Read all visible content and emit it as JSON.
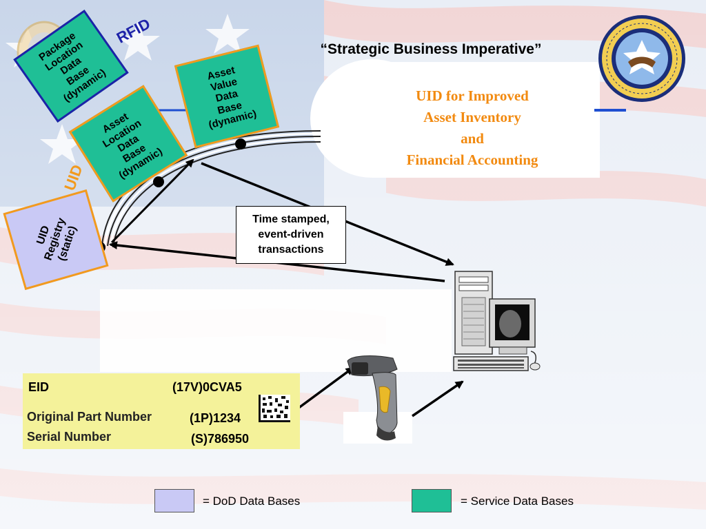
{
  "title": "“Strategic Business Imperative”",
  "subtitle": {
    "line1": "UID for Improved",
    "line2": "Asset Inventory",
    "line3": "and",
    "line4": "Financial Accounting"
  },
  "labels": {
    "rfid": "RFID",
    "uid": "UID"
  },
  "databases": {
    "package_location": "Package\nLocation\nData\nBase\n(dynamic)",
    "asset_location": "Asset\nLocation\nData\nBase\n(dynamic)",
    "asset_value": "Asset\nValue\nData\nBase\n(dynamic)",
    "uid_registry": "UID\nRegistry\n(static)"
  },
  "transactions_box": {
    "line1": "Time stamped,",
    "line2": "event-driven",
    "line3": "transactions"
  },
  "uid_label": {
    "eid_label": "EID",
    "eid_value": "(17V)0CVA5",
    "part_label": "Original Part Number",
    "part_value": "(1P)1234",
    "serial_label": "Serial Number",
    "serial_value": "(S)786950"
  },
  "legend": {
    "dod_text": "= DoD Data Bases",
    "service_text": "= Service Data Bases"
  },
  "colors": {
    "service_db": "#1fbf96",
    "dod_db": "#c9c9f5",
    "db_border": "#f29a1e",
    "rfid_blue": "#1d22a8",
    "subtitle_orange": "#f28a10",
    "label_yellow": "#f4f29a"
  },
  "icons": [
    "seal-icon",
    "computer-icon",
    "barcode-scanner-icon",
    "datamatrix-icon"
  ]
}
